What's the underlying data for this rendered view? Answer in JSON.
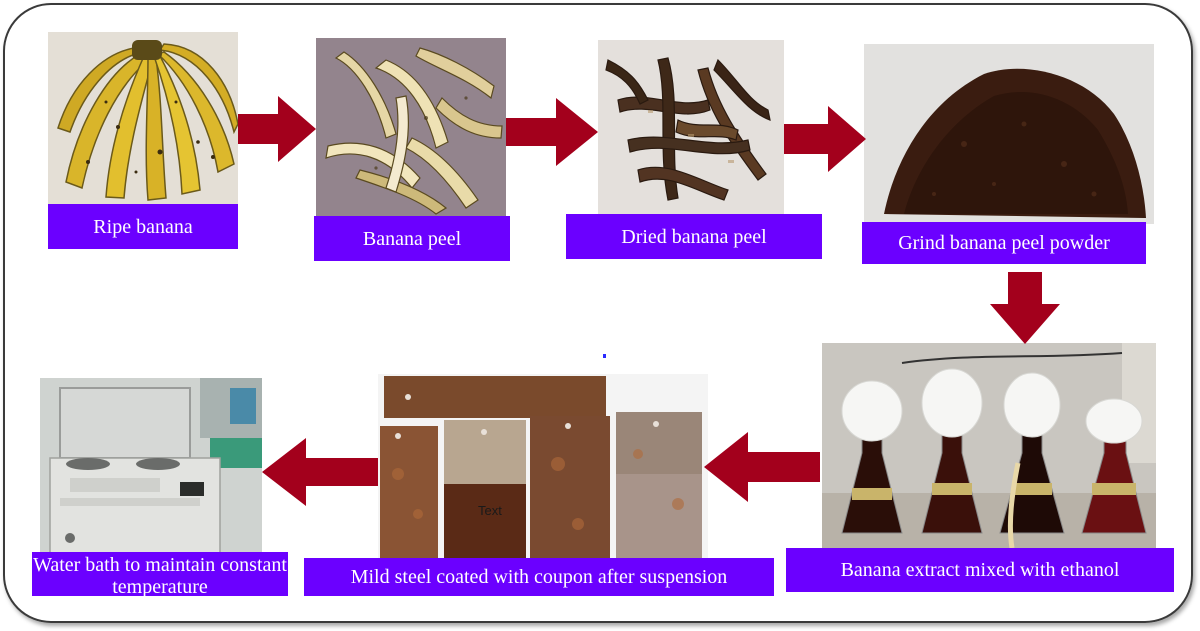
{
  "steps": [
    {
      "id": "ripe-banana",
      "label": "Ripe banana"
    },
    {
      "id": "banana-peel",
      "label": "Banana peel"
    },
    {
      "id": "dried-banana-peel",
      "label": "Dried banana peel"
    },
    {
      "id": "grind-powder",
      "label": "Grind banana peel powder"
    },
    {
      "id": "extract-ethanol",
      "label": "Banana extract mixed with ethanol"
    },
    {
      "id": "mild-steel",
      "label": "Mild steel coated with coupon after suspension"
    },
    {
      "id": "water-bath",
      "label": "Water bath to maintain constant temperature"
    }
  ],
  "coupon_overlay_text": "Text",
  "colors": {
    "label_bg": "#6b00ff",
    "label_text": "#ffffff",
    "arrow": "#a3001c",
    "frame": "#3a3a3a"
  }
}
